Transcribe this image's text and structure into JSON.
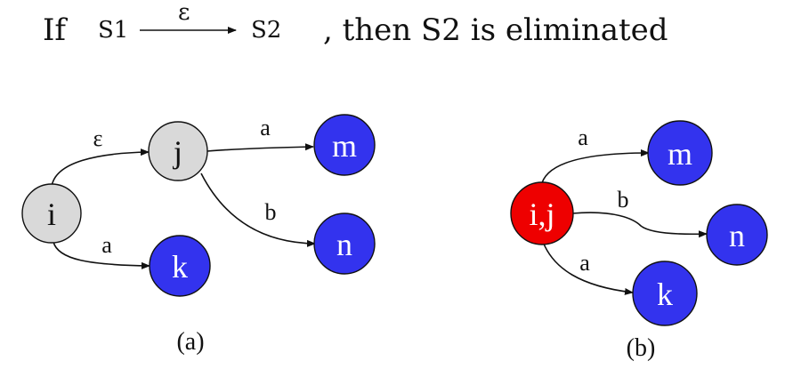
{
  "title": {
    "if_word": "If",
    "state_from": "S1",
    "epsilon": "ε",
    "state_to": "S2",
    "conclusion": ", then S2 is eliminated"
  },
  "diagram_a": {
    "caption": "(a)",
    "nodes": {
      "i": {
        "label": "i",
        "fill": "#d9d9d9",
        "text_color": "#111111"
      },
      "j": {
        "label": "j",
        "fill": "#d9d9d9",
        "text_color": "#111111"
      },
      "m": {
        "label": "m",
        "fill": "#3333ee",
        "text_color": "#ffffff"
      },
      "n": {
        "label": "n",
        "fill": "#3333ee",
        "text_color": "#ffffff"
      },
      "k": {
        "label": "k",
        "fill": "#3333ee",
        "text_color": "#ffffff"
      }
    },
    "edges": {
      "i_j": {
        "label": "ε"
      },
      "j_m": {
        "label": "a"
      },
      "j_n": {
        "label": "b"
      },
      "i_k": {
        "label": "a"
      }
    }
  },
  "diagram_b": {
    "caption": "(b)",
    "nodes": {
      "ij": {
        "label": "i,j",
        "fill": "#ee0000",
        "text_color": "#ffffff"
      },
      "m": {
        "label": "m",
        "fill": "#3333ee",
        "text_color": "#ffffff"
      },
      "n": {
        "label": "n",
        "fill": "#3333ee",
        "text_color": "#ffffff"
      },
      "k": {
        "label": "k",
        "fill": "#3333ee",
        "text_color": "#ffffff"
      }
    },
    "edges": {
      "ij_m": {
        "label": "a"
      },
      "ij_n": {
        "label": "b"
      },
      "ij_k": {
        "label": "a"
      }
    }
  }
}
